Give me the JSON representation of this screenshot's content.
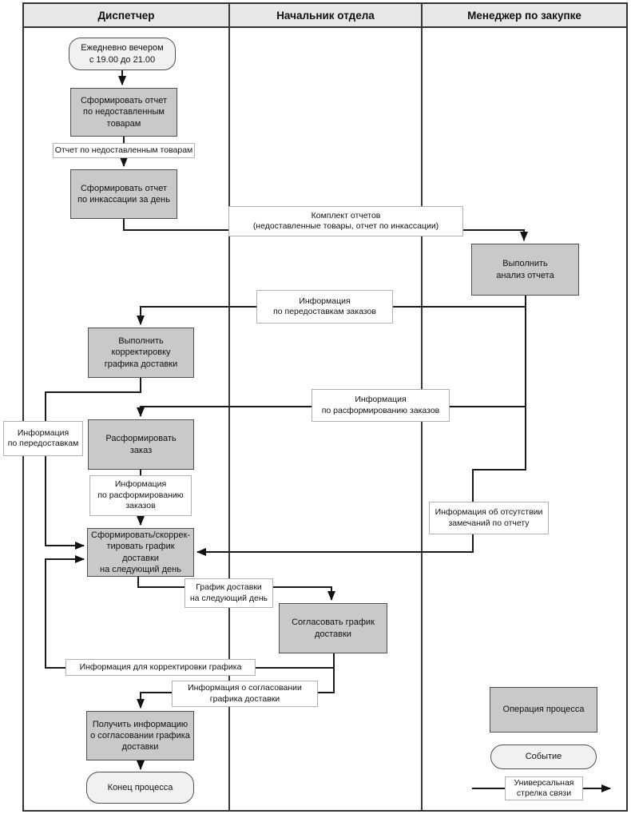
{
  "diagram": {
    "lanes": [
      "Диспетчер",
      "Начальник отдела",
      "Менеджер по закупке"
    ],
    "nodes": {
      "start_event": {
        "text": "Ежедневно вечером\nс 19.00 до 21.00"
      },
      "op_report_undelivered": {
        "text": "Сформировать отчет\nпо недоставленным\nтоварам"
      },
      "label_report_undelivered": {
        "text": "Отчет по недоставленным товарам"
      },
      "op_report_collection": {
        "text": "Сформировать отчет\nпо инкассации за день"
      },
      "label_report_set": {
        "text": "Комплект отчетов\n(недоставленные товары, отчет по инкассации)"
      },
      "op_analyze_report": {
        "text": "Выполнить\nанализ отчета"
      },
      "label_redelivery_orders": {
        "text": "Информация\nпо передоставкам заказов"
      },
      "op_adjust_schedule": {
        "text": "Выполнить\nкорректировку\nграфика доставки"
      },
      "label_disband_orders": {
        "text": "Информация\nпо расформированию заказов"
      },
      "op_disband_order": {
        "text": "Расформировать\nзаказ"
      },
      "label_redelivery_info": {
        "text": "Информация\nпо передоставкам"
      },
      "label_disband_info": {
        "text": "Информация\nпо  расформированию\nзаказов"
      },
      "op_form_schedule": {
        "text": "Сформировать/скоррек-\nтировать график доставки\nна следующий день"
      },
      "label_no_remarks": {
        "text": "Информация об отсутствии\nзамечаний по отчету"
      },
      "label_schedule_next_day": {
        "text": "График доставки\nна следующий день"
      },
      "op_approve_schedule": {
        "text": "Согласовать график\nдоставки"
      },
      "label_adjustment_info": {
        "text": "Информация для корректировки графика"
      },
      "label_approval_info": {
        "text": "Информация о согласовании\nграфика доставки"
      },
      "op_get_approval_info": {
        "text": "Получить информацию\nо согласовании графика\nдоставки"
      },
      "end_event": {
        "text": "Конец процесса"
      }
    },
    "legend": {
      "operation": "Операция процесса",
      "event": "Событие",
      "arrow": "Универсальная\nстрелка связи"
    },
    "colors": {
      "operation_fill": "#c9c9c9",
      "event_fill": "#f1f1f1",
      "label_fill": "#ffffff",
      "line": "#1a1a1a",
      "header_fill": "#e7e7e7"
    }
  }
}
